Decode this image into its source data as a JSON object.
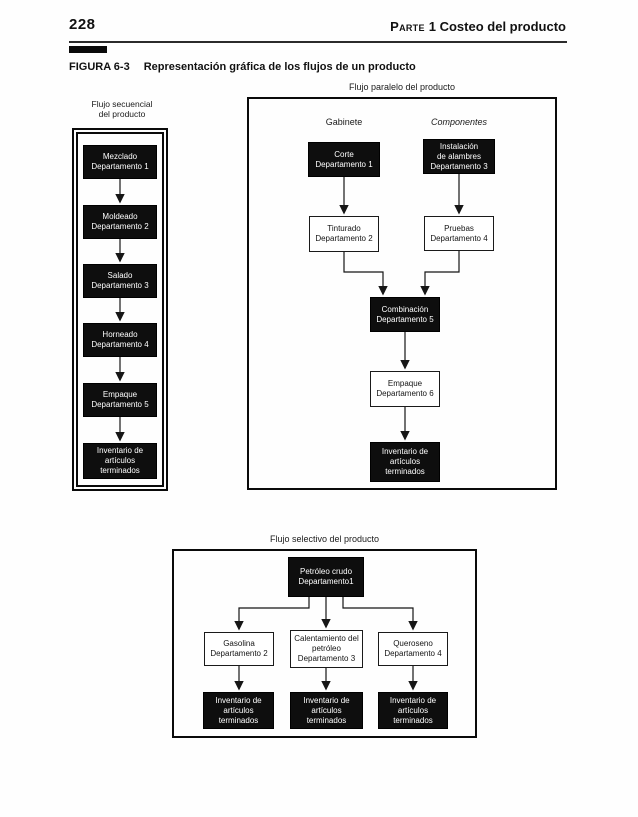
{
  "page": {
    "number": "228",
    "header_small_caps": "Parte",
    "header_rest": "1 Costeo del producto",
    "figure_label": "FIGURA 6-3",
    "figure_title": "Representación gráfica de los flujos de un producto"
  },
  "colors": {
    "box_black": "#0e0e0e",
    "box_white": "#ffffff",
    "line": "#161616"
  },
  "sequential": {
    "title": "Flujo secuencial\ndel producto",
    "boxes": [
      {
        "label": "Mezclado\nDepartamento 1"
      },
      {
        "label": "Moldeado\nDepartamento 2"
      },
      {
        "label": "Salado\nDepartamento 3"
      },
      {
        "label": "Horneado\nDepartamento 4"
      },
      {
        "label": "Empaque\nDepartamento 5"
      },
      {
        "label": "Inventario de\nartículos\nterminados"
      }
    ]
  },
  "parallel": {
    "title": "Flujo paralelo del producto",
    "columns": [
      "Gabinete",
      "Componentes"
    ],
    "boxes": {
      "corte": "Corte\nDepartamento 1",
      "instalacion": "Instalación\nde alambres\nDepartamento 3",
      "tinturado": "Tinturado\nDepartamento 2",
      "pruebas": "Pruebas\nDepartamento 4",
      "combinacion": "Combinación\nDepartamento 5",
      "empaque": "Empaque\nDepartamento 6",
      "inventario": "Inventario de\nartículos\nterminados"
    }
  },
  "selective": {
    "title": "Flujo selectivo del producto",
    "boxes": {
      "petroleo": "Petróleo crudo\nDepartamento1",
      "gasolina": "Gasolina\nDepartamento 2",
      "calentamiento": "Calentamiento del\npetróleo\nDepartamento 3",
      "queroseno": "Queroseno\nDepartamento 4",
      "inventario1": "Inventario de\nartículos\nterminados",
      "inventario2": "Inventario de\nartículos\nterminados",
      "inventario3": "Inventario de\nartículos\nterminados"
    }
  }
}
